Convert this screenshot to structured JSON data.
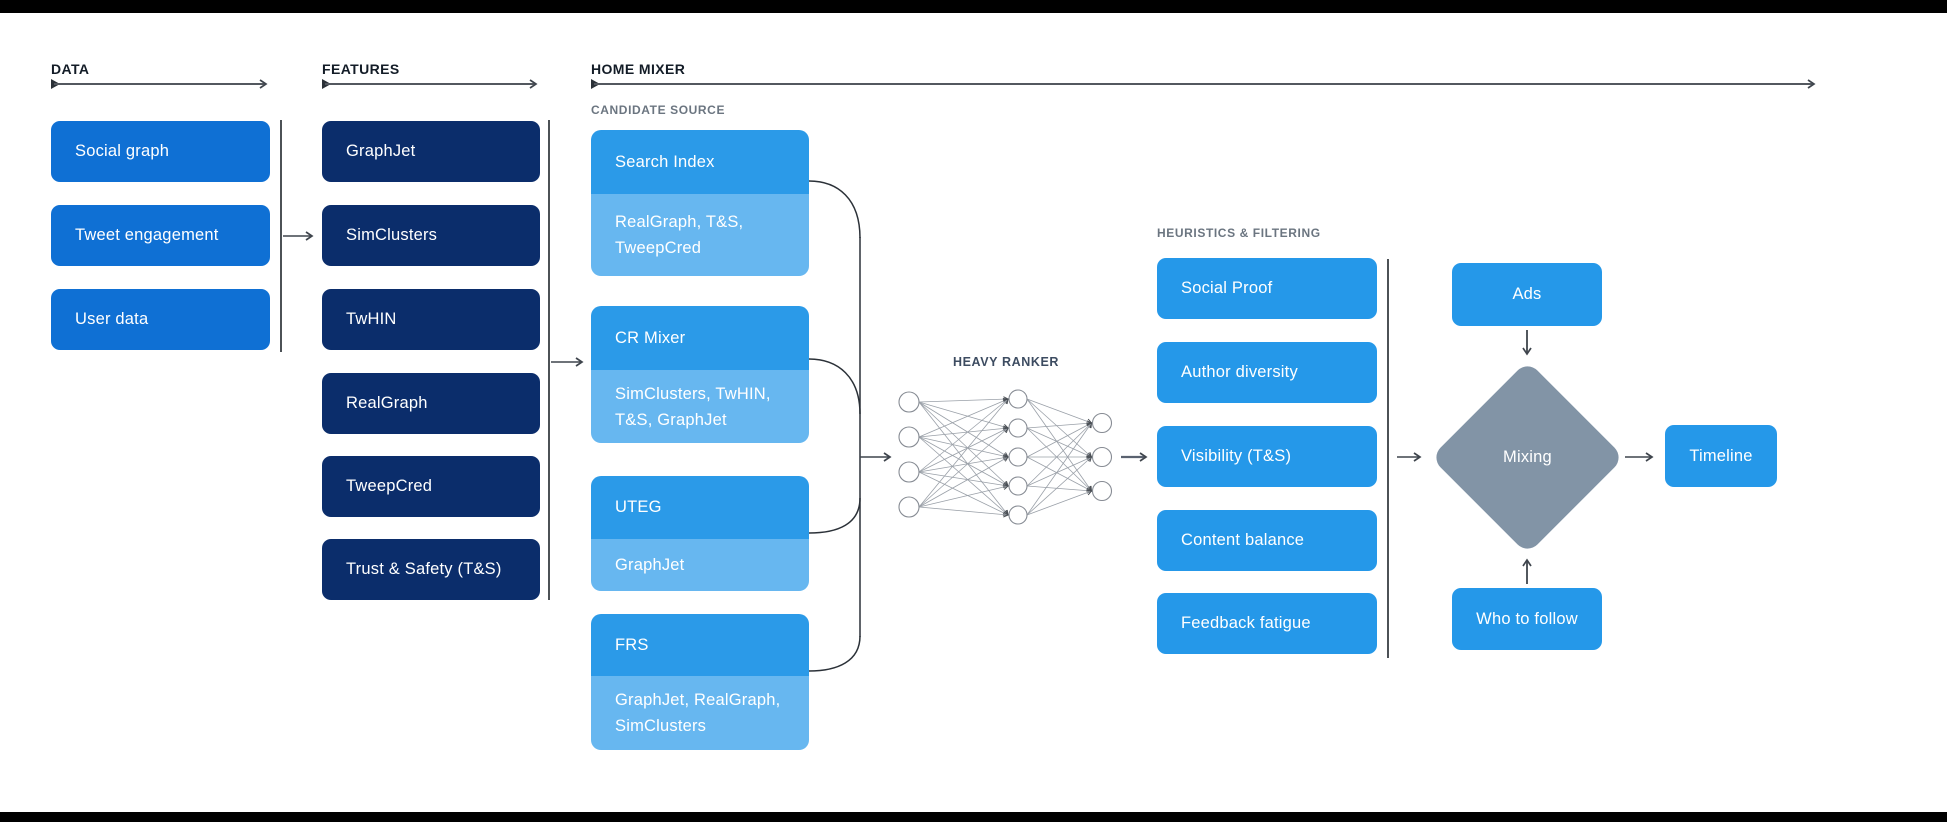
{
  "header": {
    "data": "DATA",
    "features": "FEATURES",
    "home_mixer": "HOME MIXER"
  },
  "data_sources": {
    "items": [
      "Social graph",
      "Tweet engagement",
      "User data"
    ]
  },
  "features": {
    "items": [
      "GraphJet",
      "SimClusters",
      "TwHIN",
      "RealGraph",
      "TweepCred",
      "Trust & Safety (T&S)"
    ]
  },
  "candidate_source": {
    "label": "CANDIDATE SOURCE",
    "items": [
      {
        "name": "Search Index",
        "sources": "RealGraph, T&S, TweepCred"
      },
      {
        "name": "CR Mixer",
        "sources": "SimClusters, TwHIN, T&S, GraphJet"
      },
      {
        "name": "UTEG",
        "sources": "GraphJet"
      },
      {
        "name": "FRS",
        "sources": "GraphJet, RealGraph, SimClusters"
      }
    ]
  },
  "heavy_ranker": {
    "label": "HEAVY RANKER"
  },
  "heuristics": {
    "label": "HEURISTICS & FILTERING",
    "items": [
      "Social Proof",
      "Author diversity",
      "Visibility (T&S)",
      "Content balance",
      "Feedback fatigue"
    ]
  },
  "mixing": {
    "ads": "Ads",
    "diamond": "Mixing",
    "who_to_follow": "Who to follow",
    "timeline": "Timeline"
  },
  "colors": {
    "data_box_blue": "#0f70d4",
    "feature_box_navy": "#0b2d6b",
    "bright_blue": "#2598e9",
    "candidate_sub_blue": "#67b7f0",
    "mixing_diamond_gray": "#8294a6",
    "section_label_dark": "#131c27",
    "minor_label_gray": "#6b7580",
    "ranker_label_slate": "#3d4c61",
    "frame_bar_black": "#000000"
  }
}
